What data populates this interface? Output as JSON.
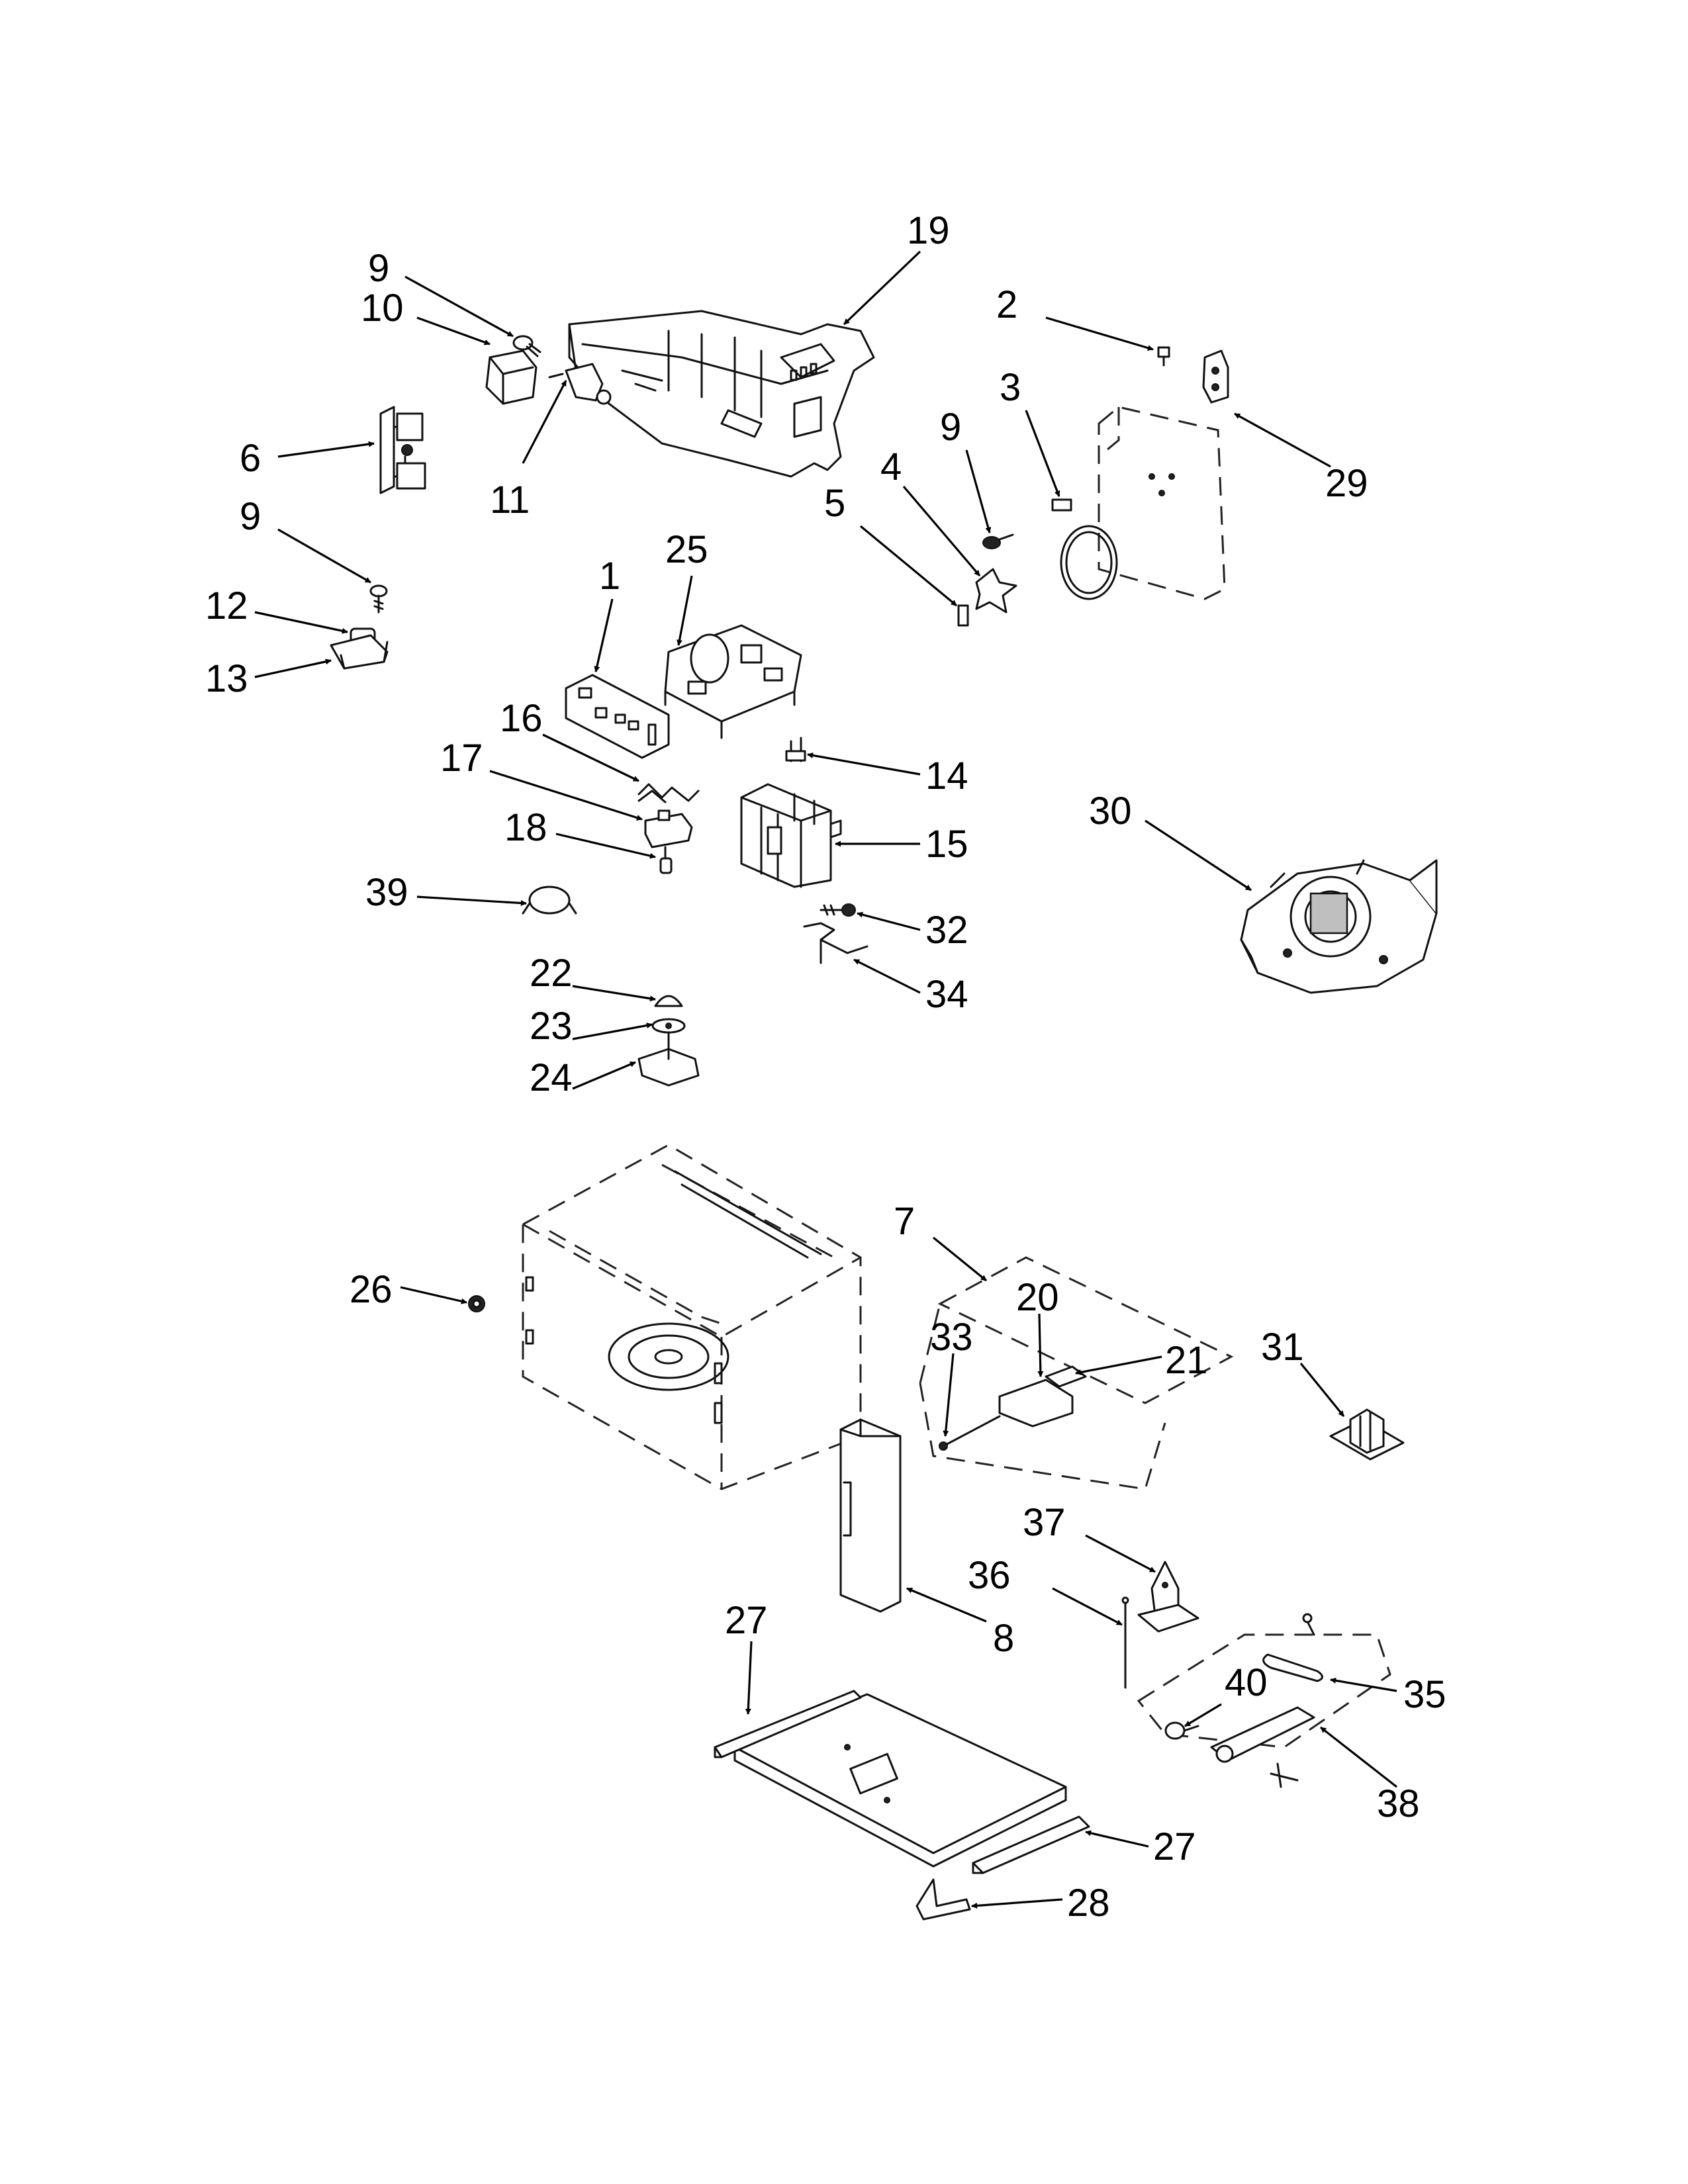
{
  "callouts": {
    "c1": "1",
    "c2": "2",
    "c3": "3",
    "c4": "4",
    "c5": "5",
    "c6": "6",
    "c7": "7",
    "c8": "8",
    "c9a": "9",
    "c9b": "9",
    "c9c": "9",
    "c10": "10",
    "c11": "11",
    "c12": "12",
    "c13": "13",
    "c14": "14",
    "c15": "15",
    "c16": "16",
    "c17": "17",
    "c18": "18",
    "c19": "19",
    "c20": "20",
    "c21": "21",
    "c22": "22",
    "c23": "23",
    "c24": "24",
    "c25": "25",
    "c26": "26",
    "c27a": "27",
    "c27b": "27",
    "c28": "28",
    "c29": "29",
    "c30": "30",
    "c31": "31",
    "c32": "32",
    "c33": "33",
    "c34": "34",
    "c35": "35",
    "c36": "36",
    "c37": "37",
    "c38": "38",
    "c39": "39",
    "c40": "40"
  }
}
